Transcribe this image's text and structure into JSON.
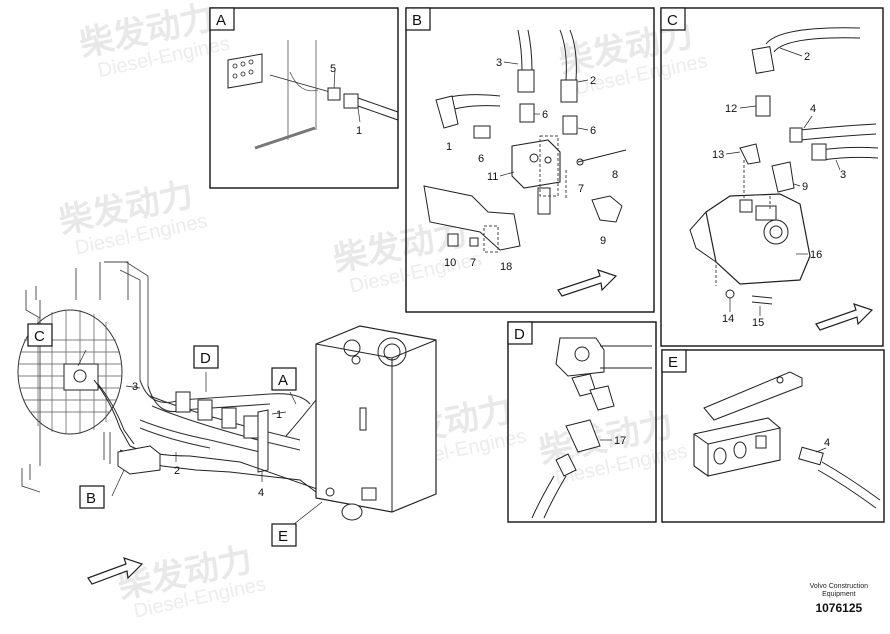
{
  "watermark": {
    "brand": "柴发动力",
    "sub": "Diesel-Engines"
  },
  "detail_tags": {
    "a": "A",
    "b": "B",
    "c": "C",
    "d": "D",
    "e": "E"
  },
  "callouts": {
    "n1": "1",
    "n2": "2",
    "n3": "3",
    "n4": "4",
    "n5": "5",
    "n6": "6",
    "n7": "7",
    "n8": "8",
    "n9": "9",
    "n10": "10",
    "n11": "11",
    "n12": "12",
    "n13": "13",
    "n14": "14",
    "n15": "15",
    "n16": "16",
    "n17": "17",
    "n18": "18"
  },
  "footer": {
    "line1": "Volvo Construction",
    "line2": "Equipment",
    "part_number": "1076125"
  }
}
